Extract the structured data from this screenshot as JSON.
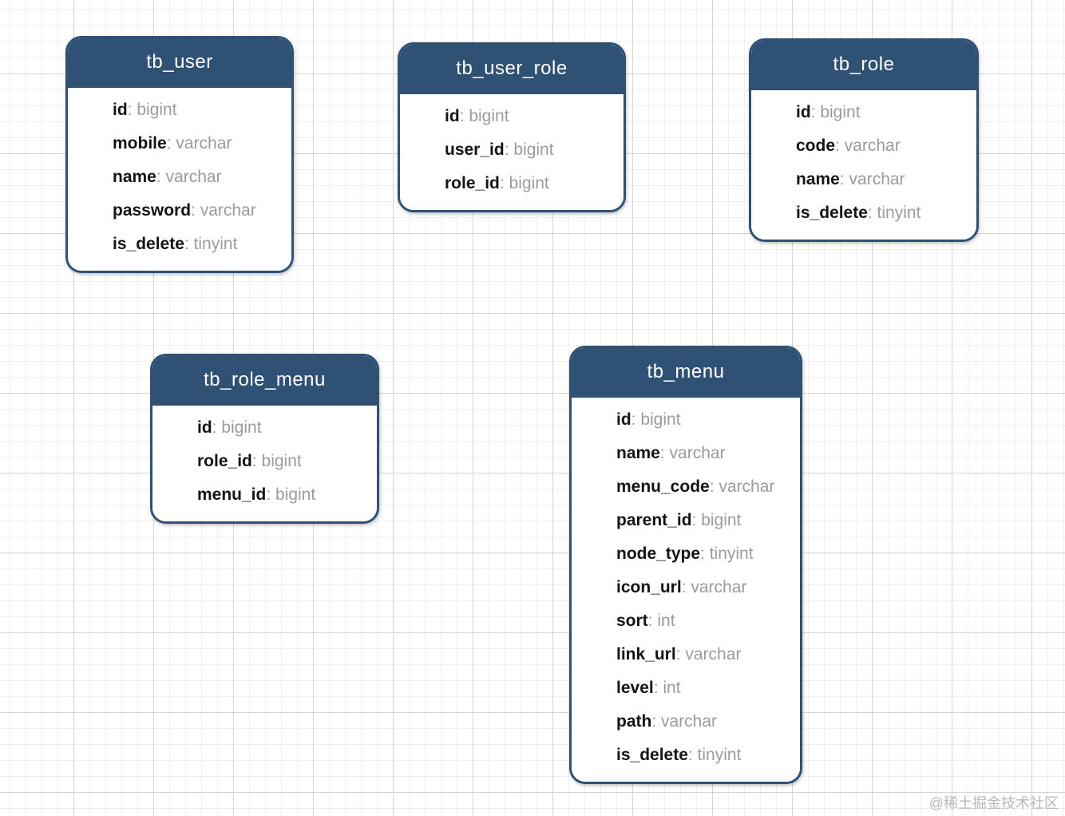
{
  "diagram": {
    "type": "er-diagram",
    "colors": {
      "header_bg": "#2F5274",
      "card_border": "#2F5274",
      "header_text": "#FFFFFF",
      "field_name_text": "#141414",
      "field_type_text": "#9B9B9B",
      "grid_minor": "#EFEFEF",
      "grid_major": "#D4D4D4",
      "background": "#FFFFFF"
    },
    "tables": [
      {
        "name": "tb_user",
        "fields": [
          {
            "name": "id",
            "type": "bigint"
          },
          {
            "name": "mobile",
            "type": "varchar"
          },
          {
            "name": "name",
            "type": "varchar"
          },
          {
            "name": "password",
            "type": "varchar"
          },
          {
            "name": "is_delete",
            "type": "tinyint"
          }
        ]
      },
      {
        "name": "tb_user_role",
        "fields": [
          {
            "name": "id",
            "type": "bigint"
          },
          {
            "name": "user_id",
            "type": "bigint"
          },
          {
            "name": "role_id",
            "type": "bigint"
          }
        ]
      },
      {
        "name": "tb_role",
        "fields": [
          {
            "name": "id",
            "type": "bigint"
          },
          {
            "name": "code",
            "type": "varchar"
          },
          {
            "name": "name",
            "type": "varchar"
          },
          {
            "name": "is_delete",
            "type": "tinyint"
          }
        ]
      },
      {
        "name": "tb_role_menu",
        "fields": [
          {
            "name": "id",
            "type": "bigint"
          },
          {
            "name": "role_id",
            "type": "bigint"
          },
          {
            "name": "menu_id",
            "type": "bigint"
          }
        ]
      },
      {
        "name": "tb_menu",
        "fields": [
          {
            "name": "id",
            "type": "bigint"
          },
          {
            "name": "name",
            "type": "varchar"
          },
          {
            "name": "menu_code",
            "type": "varchar"
          },
          {
            "name": "parent_id",
            "type": "bigint"
          },
          {
            "name": "node_type",
            "type": "tinyint"
          },
          {
            "name": "icon_url",
            "type": "varchar"
          },
          {
            "name": "sort",
            "type": "int"
          },
          {
            "name": "link_url",
            "type": "varchar"
          },
          {
            "name": "level",
            "type": "int"
          },
          {
            "name": "path",
            "type": "varchar"
          },
          {
            "name": "is_delete",
            "type": "tinyint"
          }
        ]
      }
    ],
    "watermark": "@稀土掘金技术社区"
  }
}
